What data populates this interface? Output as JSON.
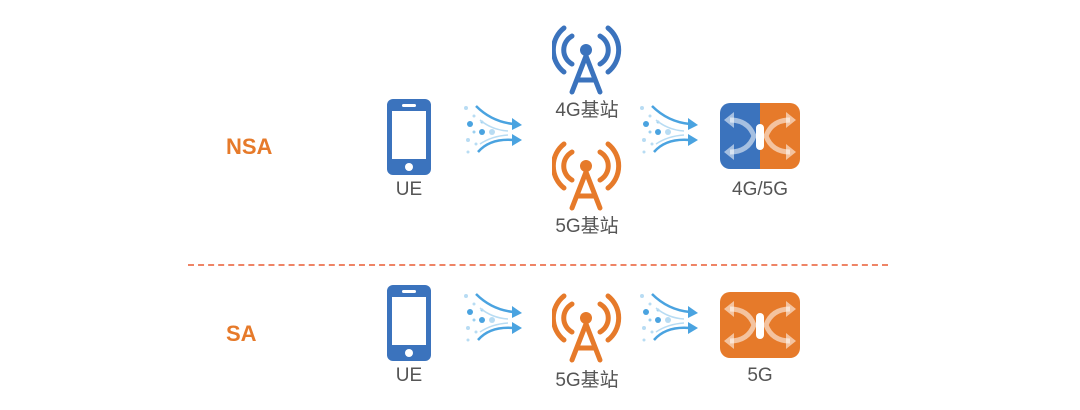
{
  "colors": {
    "blue": "#3b73bd",
    "orange": "#e67a2a",
    "arrow_blue": "#4aa3e0",
    "divider": "#ee8466",
    "caption": "#555555"
  },
  "nsa": {
    "label": "NSA",
    "ue_label": "UE",
    "station_4g_label": "4G基站",
    "station_5g_label": "5G基站",
    "core_label": "4G/5G"
  },
  "sa": {
    "label": "SA",
    "ue_label": "UE",
    "station_5g_label": "5G基站",
    "core_label": "5G"
  }
}
